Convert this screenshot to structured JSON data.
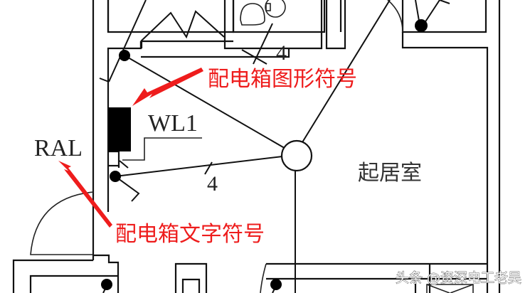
{
  "diagram": {
    "type": "electrical-floor-plan",
    "room_label": "起居室",
    "panel_text_symbol": "RAL",
    "circuit_label": "WL1",
    "wire_count_labels": [
      "4",
      "4"
    ],
    "annotations": {
      "graphic_symbol": "配电箱图形符号",
      "text_symbol": "配电箱文字符号"
    },
    "watermark": "头条 @资深电工老吴",
    "colors": {
      "lines": "#111111",
      "annotation": "#ee1c1c",
      "background": "#ffffff"
    }
  }
}
